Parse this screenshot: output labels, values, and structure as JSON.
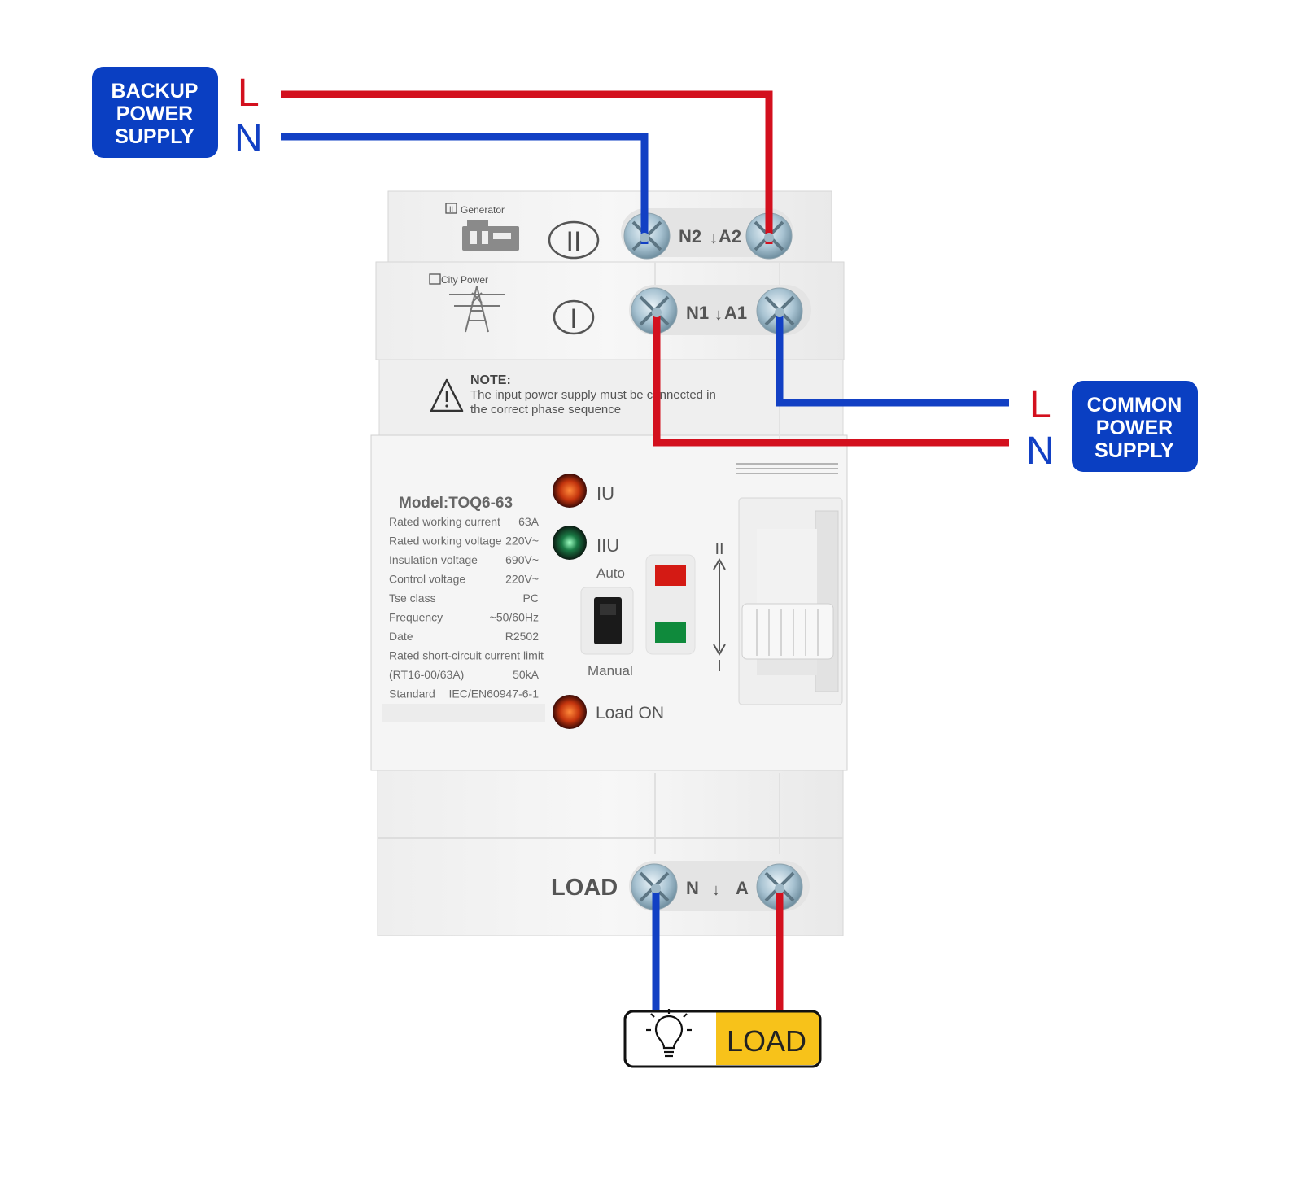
{
  "colors": {
    "badge_blue": "#0a3fc2",
    "wire_red": "#d3101e",
    "wire_blue": "#1240c4",
    "load_yellow": "#f7c21a",
    "led_red": "#d41a14",
    "led_green": "#0f8a3c"
  },
  "backup_supply": {
    "line1": "BACKUP",
    "line2": "POWER",
    "line3": "SUPPLY",
    "l_label": "L",
    "n_label": "N"
  },
  "common_supply": {
    "line1": "COMMON",
    "line2": "POWER",
    "line3": "SUPPLY",
    "l_label": "L",
    "n_label": "N"
  },
  "generator": {
    "label": "Generator",
    "badge": "II",
    "roman": "II",
    "terminals": "N2",
    "terminals_a": "A2",
    "icon": "generator-icon"
  },
  "city": {
    "label": "City Power",
    "badge": "I",
    "roman": "I",
    "terminals": "N1",
    "terminals_a": "A1",
    "icon": "power-tower-icon"
  },
  "note": {
    "title": "NOTE:",
    "line1": "The input power supply must be connected in",
    "line2": "the correct phase sequence",
    "icon": "warning-icon"
  },
  "model": "Model:TOQ6-63",
  "specs": [
    {
      "label": "Rated working current",
      "value": "63A"
    },
    {
      "label": "Rated working voltage",
      "value": "220V~"
    },
    {
      "label": "Insulation voltage",
      "value": "690V~"
    },
    {
      "label": "Control voltage",
      "value": "220V~"
    },
    {
      "label": "Tse class",
      "value": "PC"
    },
    {
      "label": "Frequency",
      "value": "~50/60Hz"
    },
    {
      "label": "Date",
      "value": "R2502"
    },
    {
      "label": "Rated short-circuit current limit",
      "value": ""
    },
    {
      "label": "(RT16-00/63A)",
      "value": "50kA"
    },
    {
      "label": "Standard",
      "value": "IEC/EN60947-6-1"
    }
  ],
  "indicators": {
    "iu": "IU",
    "iiu": "IIU",
    "load_on": "Load ON"
  },
  "mode": {
    "auto": "Auto",
    "manual": "Manual"
  },
  "switch_scale": {
    "top": "II",
    "bottom": "I"
  },
  "load_terminal": {
    "label": "LOAD",
    "n": "N",
    "a": "A"
  },
  "load_box": {
    "label": "LOAD",
    "icon": "light-bulb-icon"
  }
}
